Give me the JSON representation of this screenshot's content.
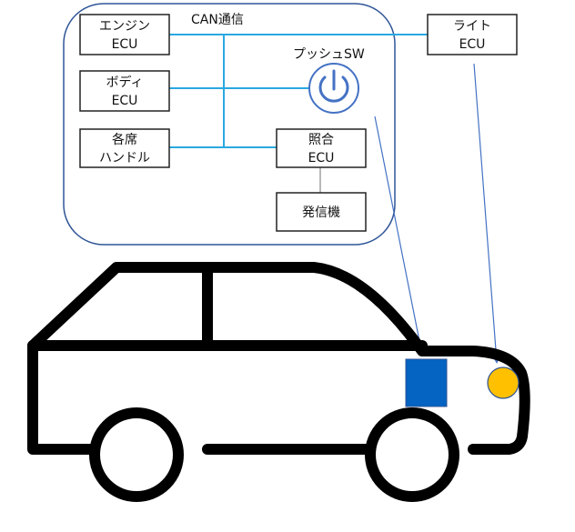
{
  "labels": {
    "can_bus": "CAN通信",
    "push_sw": "プッシュSW"
  },
  "nodes": {
    "engine": {
      "line1": "エンジン",
      "line2": "ECU"
    },
    "body": {
      "line1": "ボディ",
      "line2": "ECU"
    },
    "seat": {
      "line1": "各席",
      "line2": "ハンドル"
    },
    "shogo": {
      "line1": "照合",
      "line2": "ECU"
    },
    "hasshin": {
      "line1": "発信機"
    },
    "light": {
      "line1": "ライト",
      "line2": "ECU"
    }
  },
  "colors": {
    "bus": "#29a8e0",
    "frame": "#2f5597",
    "pointer": "#4472c4",
    "antenna": "#0563c1",
    "headlight": "#ffc000",
    "car_outline": "#000000"
  },
  "icons": {
    "push_switch": "power-icon"
  }
}
